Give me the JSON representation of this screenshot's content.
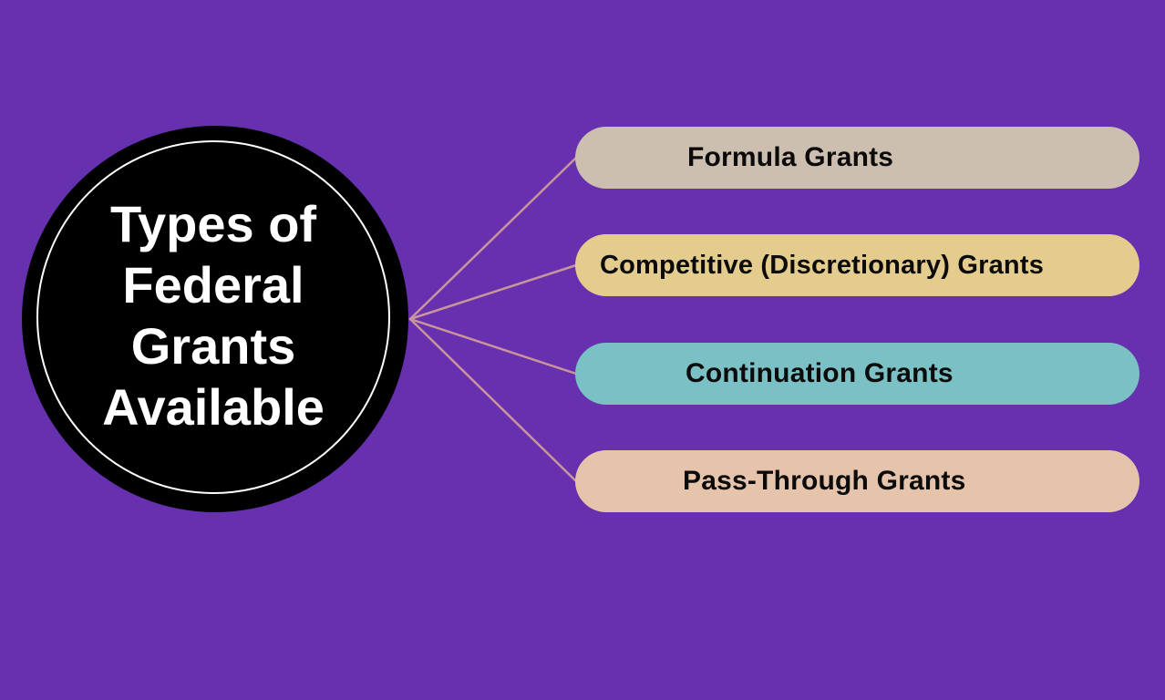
{
  "colors": {
    "background": "#6730ae",
    "hub_fill": "#000000",
    "hub_ring": "#ffffff",
    "connector": "#c9959c"
  },
  "hub": {
    "title_lines": [
      "Types of",
      "Federal",
      "Grants",
      "Available"
    ]
  },
  "branches": [
    {
      "label": "Formula Grants",
      "color": "#cdbfb0"
    },
    {
      "label": "Competitive (Discretionary) Grants",
      "color": "#e3cc8e"
    },
    {
      "label": "Continuation Grants",
      "color": "#7ac0c5"
    },
    {
      "label": "Pass-Through Grants",
      "color": "#e6c4ac"
    }
  ]
}
